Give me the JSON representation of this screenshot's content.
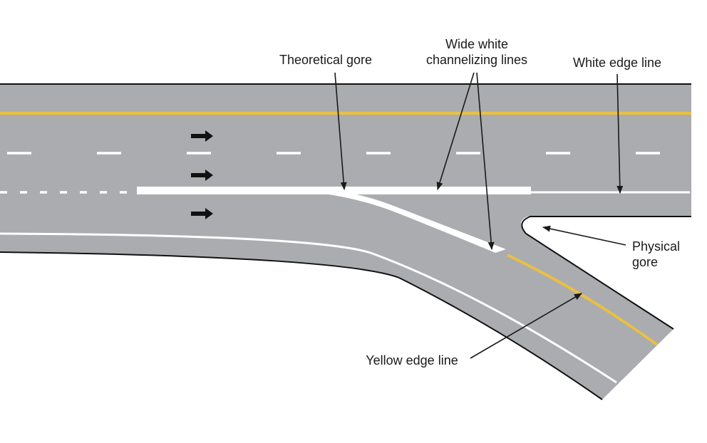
{
  "labels": {
    "theoretical_gore": "Theoretical gore",
    "channelizing_line1": "Wide white",
    "channelizing_line2": "channelizing lines",
    "white_edge_line": "White edge line",
    "physical_gore_line1": "Physical",
    "physical_gore_line2": "gore",
    "yellow_edge_line": "Yellow edge line"
  },
  "colors": {
    "pavement": "#abacaf",
    "yellow_line": "#e9c043",
    "white_line": "#ffffff",
    "outline": "#111111",
    "arrow": "#111111"
  },
  "icons": [
    "direction-arrow",
    "direction-arrow",
    "direction-arrow"
  ]
}
